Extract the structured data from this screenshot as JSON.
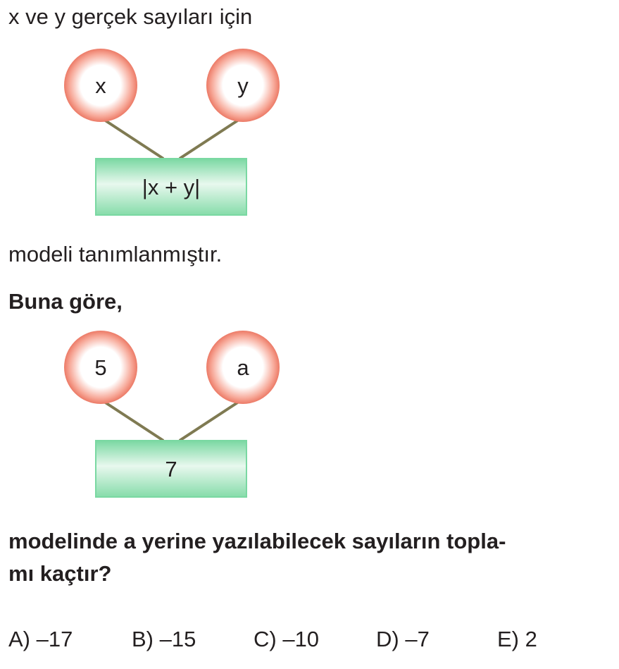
{
  "intro": "x ve y gerçek sayıları için",
  "model1": {
    "left": "x",
    "right": "y",
    "result": "|x + y|"
  },
  "defined": "modeli tanımlanmıştır.",
  "lead": "Buna göre,",
  "model2": {
    "left": "5",
    "right": "a",
    "result": "7"
  },
  "question_line1": "modelinde a yerine yazılabilecek sayıların topla-",
  "question_line2": "mı kaçtır?",
  "options": [
    "A) –17",
    "B) –15",
    "C) –10",
    "D) –7",
    "E) 2"
  ],
  "colors": {
    "circle_edge": "#ef7f6c",
    "box_fill": "#7fd9a6",
    "connector": "#7f7a52"
  }
}
